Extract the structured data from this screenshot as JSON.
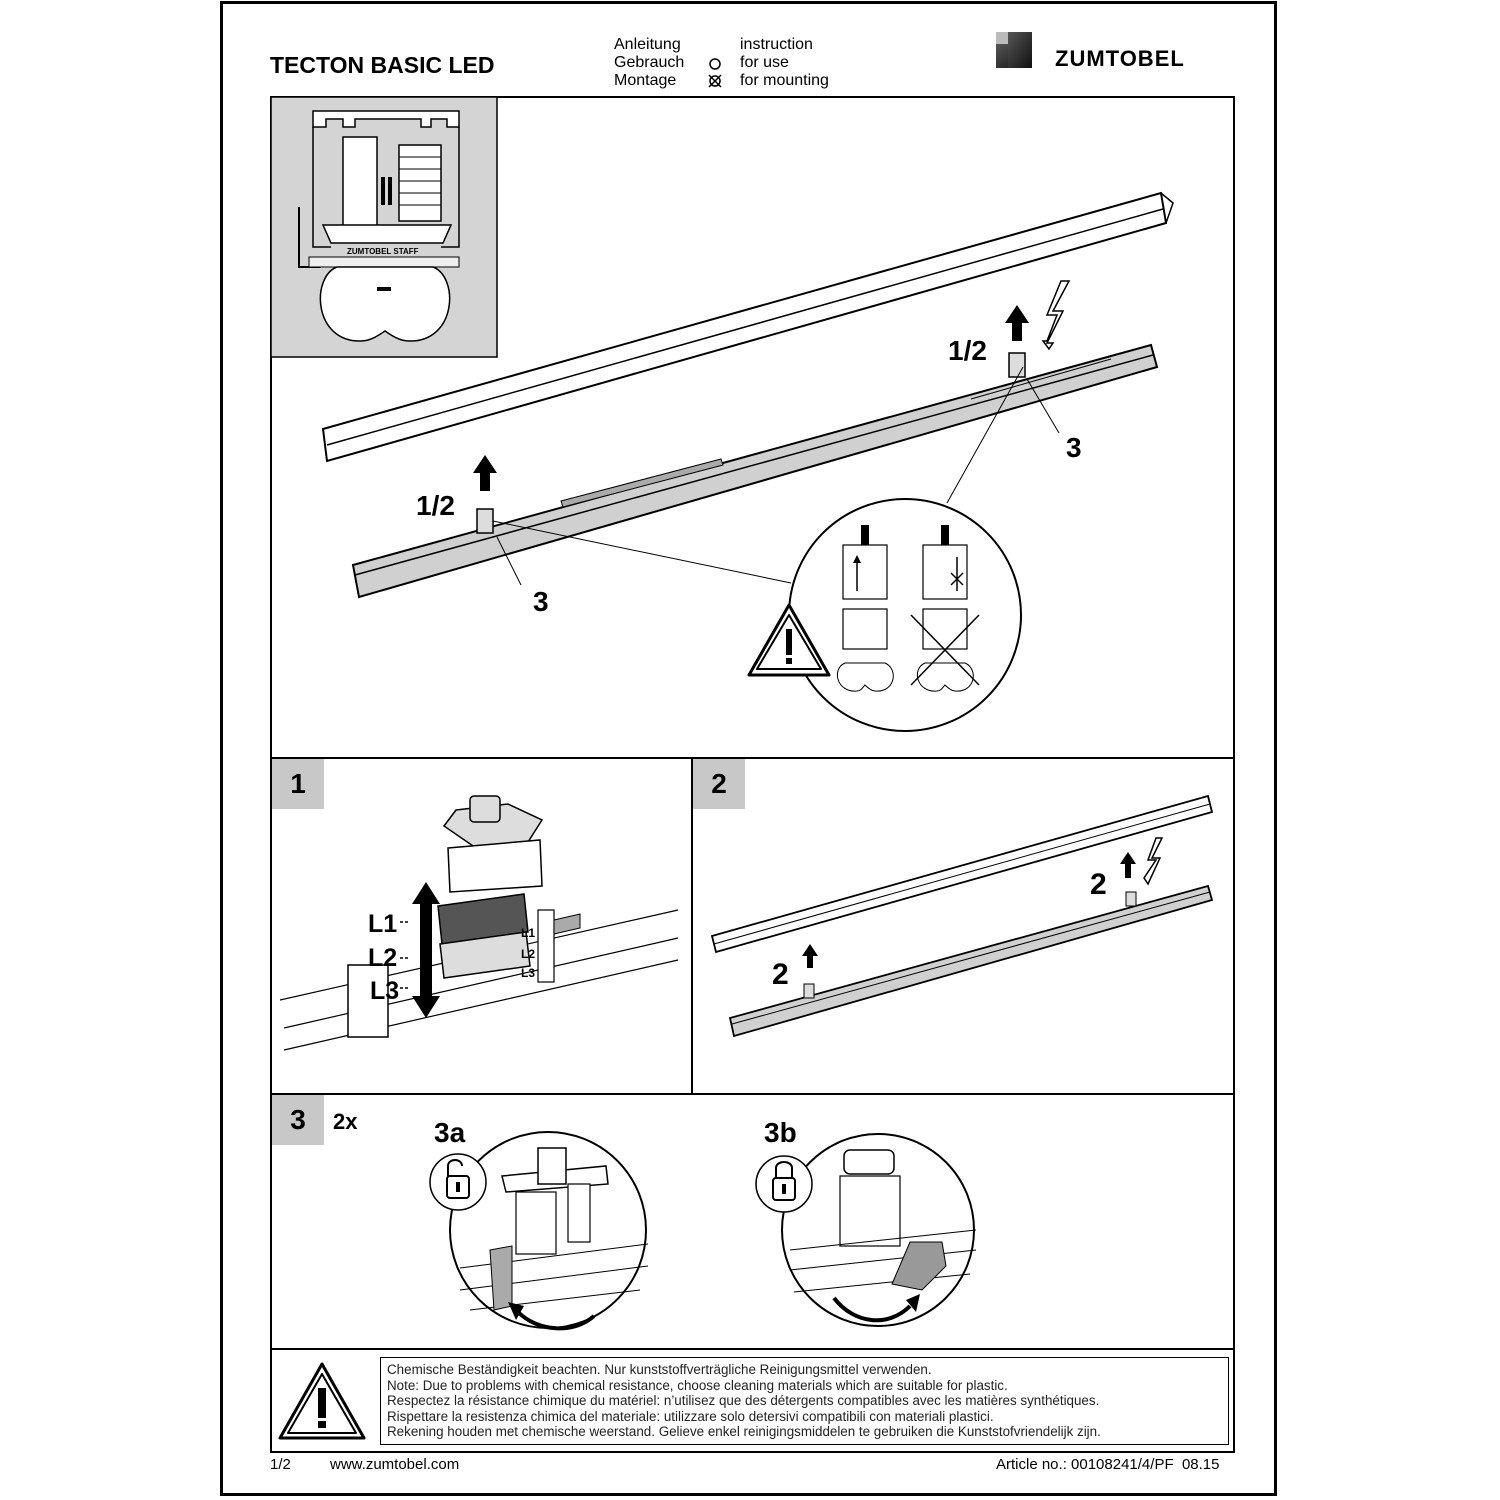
{
  "header": {
    "product_title": "TECTON BASIC LED",
    "col_de": [
      "Anleitung",
      "Gebrauch",
      "Montage"
    ],
    "col_en": [
      "instruction",
      "for use",
      "for mounting"
    ],
    "brand": "ZUMTOBEL"
  },
  "overview": {
    "label_top_right": "1/2",
    "label_top_right_3": "3",
    "label_left": "1/2",
    "label_left_3": "3",
    "stamp_text": "ZUMTOBEL STAFF"
  },
  "steps": {
    "step1": {
      "number": "1",
      "left_labels": [
        "L1",
        "L2",
        "L3"
      ],
      "small_labels": [
        "L1",
        "L2",
        "L3"
      ]
    },
    "step2": {
      "number": "2",
      "label_right": "2",
      "label_left": "2"
    },
    "step3": {
      "number": "3",
      "multiplier": "2x",
      "sub_a": "3a",
      "sub_b": "3b"
    }
  },
  "note": {
    "lines": [
      "Chemische Beständigkeit beachten. Nur kunststoffverträgliche Reinigungsmittel verwenden.",
      "Note: Due to problems with chemical resistance, choose cleaning materials which are suitable for plastic.",
      "Respectez la résistance chimique du matériel: n’utilisez que des détergents compatibles avec les matières synthétiques.",
      "Rispettare la resistenza chimica del materiale: utilizzare solo detersivi compatibili con materiali plastici.",
      "Rekening houden met chemische weerstand. Gelieve enkel reinigingsmiddelen te gebruiken die Kunststofvriendelijk zijn."
    ]
  },
  "footer": {
    "page": "1/2",
    "website": "www.zumtobel.com",
    "article": "Article no.: 00108241/4/PF  08.15"
  }
}
